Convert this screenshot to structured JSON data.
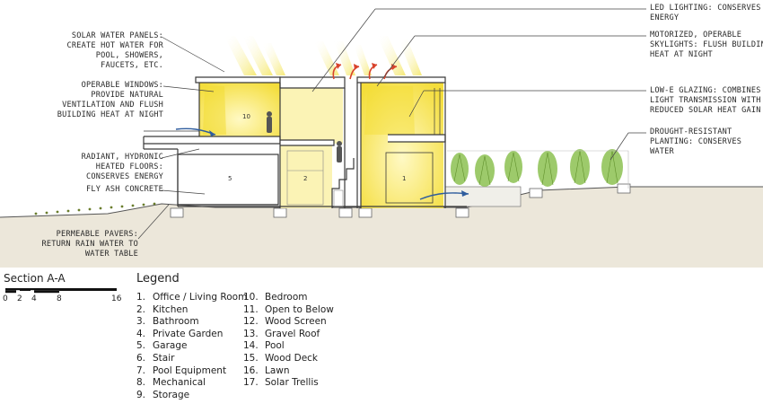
{
  "annotations": {
    "solar_water": [
      "SOLAR WATER PANELS:",
      "CREATE HOT WATER FOR",
      "POOL, SHOWERS,",
      "FAUCETS, ETC."
    ],
    "operable_windows": [
      "OPERABLE WINDOWS:",
      "PROVIDE NATURAL",
      "VENTILATION AND FLUSH",
      "BUILDING HEAT AT NIGHT"
    ],
    "radiant": [
      "RADIANT, HYDRONIC",
      "HEATED FLOORS:",
      "CONSERVES ENERGY"
    ],
    "fly_ash": [
      "FLY ASH CONCRETE"
    ],
    "pavers": [
      "PERMEABLE PAVERS:",
      "RETURN RAIN WATER TO",
      "WATER TABLE"
    ],
    "led": [
      "LED LIGHTING: CONSERVES",
      "ENERGY"
    ],
    "skylights": [
      "MOTORIZED, OPERABLE",
      "SKYLIGHTS: FLUSH BUILDING",
      "HEAT AT NIGHT"
    ],
    "low_e": [
      "LOW-E GLAZING: COMBINES",
      "LIGHT TRANSMISSION WITH",
      "REDUCED SOLAR HEAT GAIN"
    ],
    "drought": [
      "DROUGHT-RESISTANT",
      "PLANTING: CONSERVES",
      "WATER"
    ]
  },
  "room_numbers": [
    "10",
    "5",
    "2",
    "1"
  ],
  "section_title": "Section A-A",
  "scale_ticks": [
    "0",
    "2",
    "4",
    "8",
    "16"
  ],
  "legend": {
    "title": "Legend",
    "col1": [
      {
        "num": "1.",
        "label": "Office / Living Room"
      },
      {
        "num": "2.",
        "label": "Kitchen"
      },
      {
        "num": "3.",
        "label": "Bathroom"
      },
      {
        "num": "4.",
        "label": "Private Garden"
      },
      {
        "num": "5.",
        "label": "Garage"
      },
      {
        "num": "6.",
        "label": "Stair"
      },
      {
        "num": "7.",
        "label": "Pool Equipment"
      },
      {
        "num": "8.",
        "label": "Mechanical"
      },
      {
        "num": "9.",
        "label": "Storage"
      }
    ],
    "col2": [
      {
        "num": "10.",
        "label": "Bedroom"
      },
      {
        "num": "11.",
        "label": "Open to Below"
      },
      {
        "num": "12.",
        "label": "Wood Screen"
      },
      {
        "num": "13.",
        "label": "Gravel Roof"
      },
      {
        "num": "14.",
        "label": "Pool"
      },
      {
        "num": "15.",
        "label": "Wood Deck"
      },
      {
        "num": "16.",
        "label": "Lawn"
      },
      {
        "num": "17.",
        "label": "Solar Trellis"
      }
    ]
  },
  "colors": {
    "ground": "#ece7da",
    "light_yellow": "#f5e24a",
    "pale_yellow": "#fbf3b5",
    "airflow_blue": "#2f5d9e",
    "heat_red": "#d8432c",
    "plant_green": "#8cc152",
    "leader": "#444444"
  }
}
